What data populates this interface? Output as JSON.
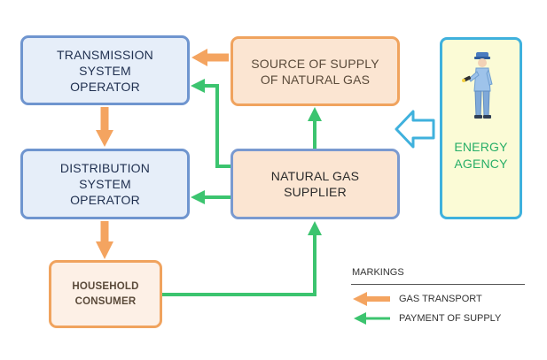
{
  "boxes": {
    "tso": "TRANSMISSION\nSYSTEM\nOPERATOR",
    "source": "SOURCE OF SUPPLY\nOF NATURAL GAS",
    "dso": "DISTRIBUTION\nSYSTEM\nOPERATOR",
    "supplier": "NATURAL GAS\nSUPPLIER",
    "household": "HOUSEHOLD\nCONSUMER",
    "agency": "ENERGY\nAGENCY"
  },
  "legend": {
    "title": "MARKINGS",
    "gas_transport": "GAS TRANSPORT",
    "payment": "PAYMENT OF SUPPLY"
  },
  "colors": {
    "gas_transport": "#f4a460",
    "payment": "#3cc46f",
    "agency_border": "#3fb1dd"
  },
  "icons": {
    "agency_figure": "inspector-with-flashlight-icon"
  }
}
